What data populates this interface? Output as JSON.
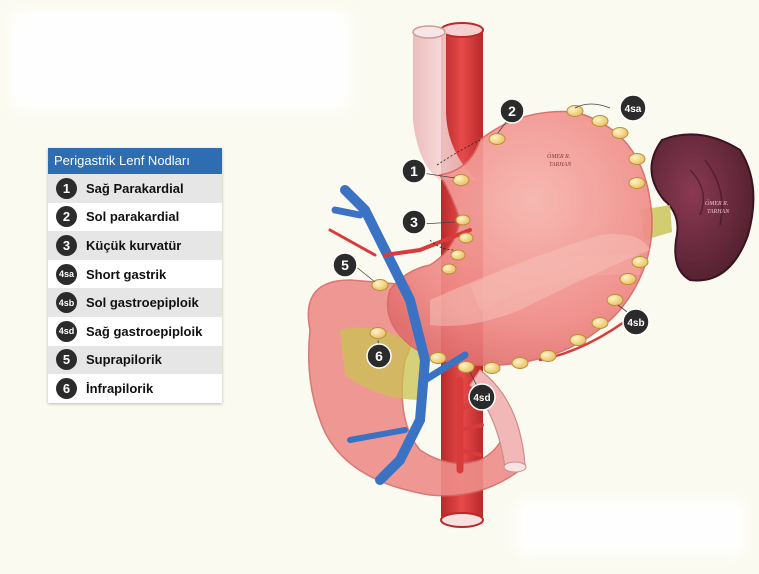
{
  "legend": {
    "title": "Perigastrik Lenf Nodları",
    "items": [
      {
        "num": "1",
        "label": "Sağ Parakardial"
      },
      {
        "num": "2",
        "label": "Sol parakardial"
      },
      {
        "num": "3",
        "label": "Küçük kurvatür"
      },
      {
        "num": "4sa",
        "label": "Short gastrik"
      },
      {
        "num": "4sb",
        "label": "Sol gastroepiploik"
      },
      {
        "num": "4sd",
        "label": "Sağ gastroepiploik"
      },
      {
        "num": "5",
        "label": "Suprapilorik"
      },
      {
        "num": "6",
        "label": "İnfrapilorik"
      }
    ]
  },
  "markers": {
    "m1": "1",
    "m2": "2",
    "m3": "3",
    "m4sa": "4sa",
    "m4sb": "4sb",
    "m4sd": "4sd",
    "m5": "5",
    "m6": "6"
  },
  "watermarks": {
    "stomach_line1": "ÖMER R.",
    "stomach_line2": "TARHAN",
    "spleen_line1": "ÖMER R.",
    "spleen_line2": "TARHAN"
  },
  "colors": {
    "legend_header": "#2e6db2",
    "marker": "#2b2b2b",
    "stomach": "#f08a86",
    "aorta": "#d93a3a",
    "vein": "#3a72c4",
    "lymph_node": "#f2d27a",
    "spleen": "#6a2a3c"
  }
}
